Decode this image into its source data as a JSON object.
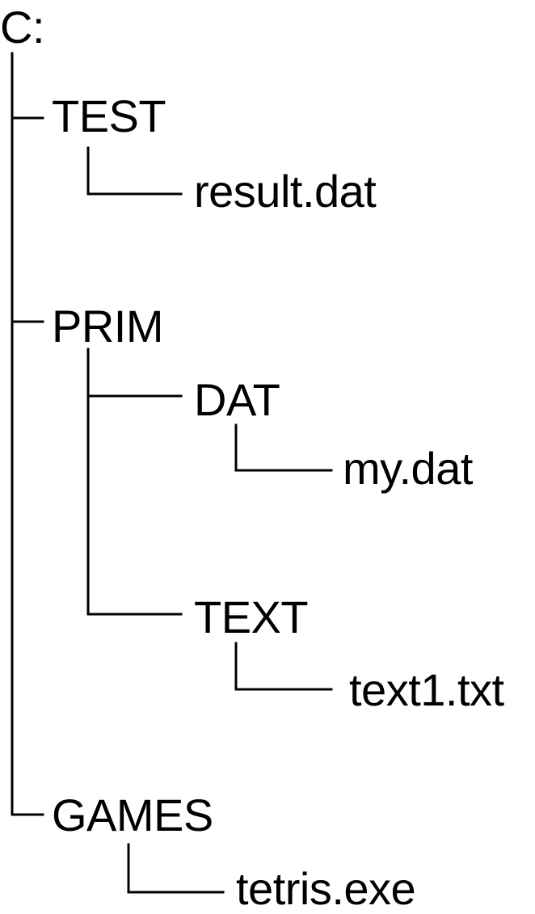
{
  "tree": {
    "root": {
      "label": "C:"
    },
    "folders": [
      {
        "label": "TEST",
        "children": [
          {
            "label": "result.dat"
          }
        ]
      },
      {
        "label": "PRIM",
        "children": [
          {
            "label": "DAT",
            "children": [
              {
                "label": "my.dat"
              }
            ]
          },
          {
            "label": "TEXT",
            "children": [
              {
                "label": "text1.txt"
              }
            ]
          }
        ]
      },
      {
        "label": "GAMES",
        "children": [
          {
            "label": "tetris.exe"
          }
        ]
      }
    ]
  }
}
